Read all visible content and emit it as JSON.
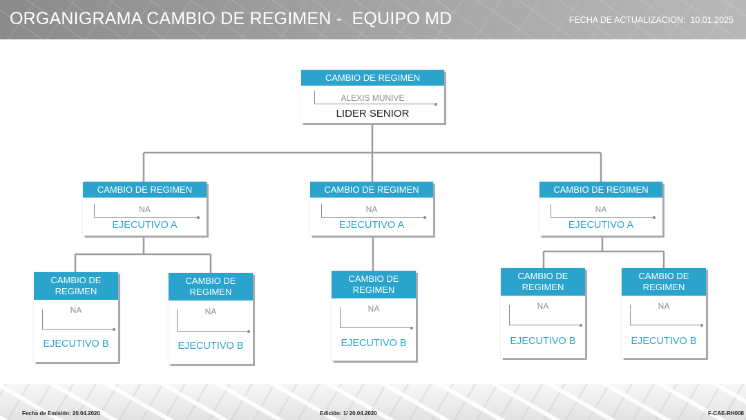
{
  "header": {
    "title": "ORGANIGRAMA CAMBIO DE REGIMEN -  EQUIPO MD",
    "update_date": "FECHA DE ACTUALIZACION:  10.01.2025"
  },
  "org": {
    "root": {
      "area": "CAMBIO DE REGIMEN",
      "name": "ALEXIS MUNIVE",
      "role": "LIDER SENIOR"
    },
    "level1": [
      {
        "area": "CAMBIO DE REGIMEN",
        "name": "NA",
        "role": "EJECUTIVO A"
      },
      {
        "area": "CAMBIO DE REGIMEN",
        "name": "NA",
        "role": "EJECUTIVO A"
      },
      {
        "area": "CAMBIO DE REGIMEN",
        "name": "NA",
        "role": "EJECUTIVO A"
      }
    ],
    "level2": [
      {
        "area": "CAMBIO DE REGIMEN",
        "name": "NA",
        "role": "EJECUTIVO B"
      },
      {
        "area": "CAMBIO DE REGIMEN",
        "name": "NA",
        "role": "EJECUTIVO B"
      },
      {
        "area": "CAMBIO DE REGIMEN",
        "name": "NA",
        "role": "EJECUTIVO B"
      },
      {
        "area": "CAMBIO DE REGIMEN",
        "name": "NA",
        "role": "EJECUTIVO B"
      },
      {
        "area": "CAMBIO DE REGIMEN",
        "name": "NA",
        "role": "EJECUTIVO B"
      }
    ]
  },
  "footer": {
    "emission": "Fecha de Emisión: 20.04.2020",
    "edition": "Edición: 1/ 20.04.2020",
    "code": "F-CAE-RH008"
  },
  "colors": {
    "accent": "#2aa4cc",
    "connector": "#9b9b9b",
    "header": "#9a9a9a"
  }
}
